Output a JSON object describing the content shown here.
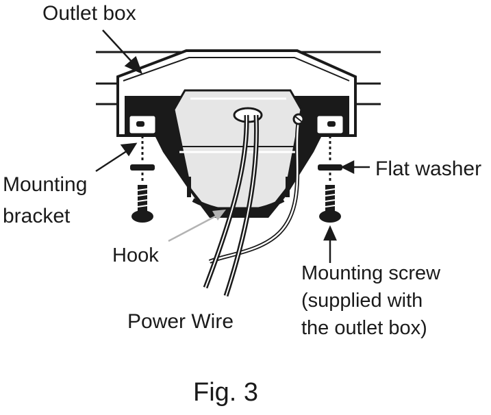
{
  "labels": {
    "outlet_box": "Outlet box",
    "flat_washer": "Flat washer",
    "mounting_bracket_line1": "Mounting",
    "mounting_bracket_line2": "bracket",
    "hook": "Hook",
    "mounting_screw_line1": "Mounting screw",
    "mounting_screw_line2": "(supplied with",
    "mounting_screw_line3": "the outlet box)",
    "power_wire": "Power Wire"
  },
  "caption": "Fig. 3",
  "colors": {
    "ink": "#1a1a1a",
    "body_fill": "#e6e6e6",
    "hook_arrow": "#b3b3b3",
    "background": "#ffffff"
  }
}
